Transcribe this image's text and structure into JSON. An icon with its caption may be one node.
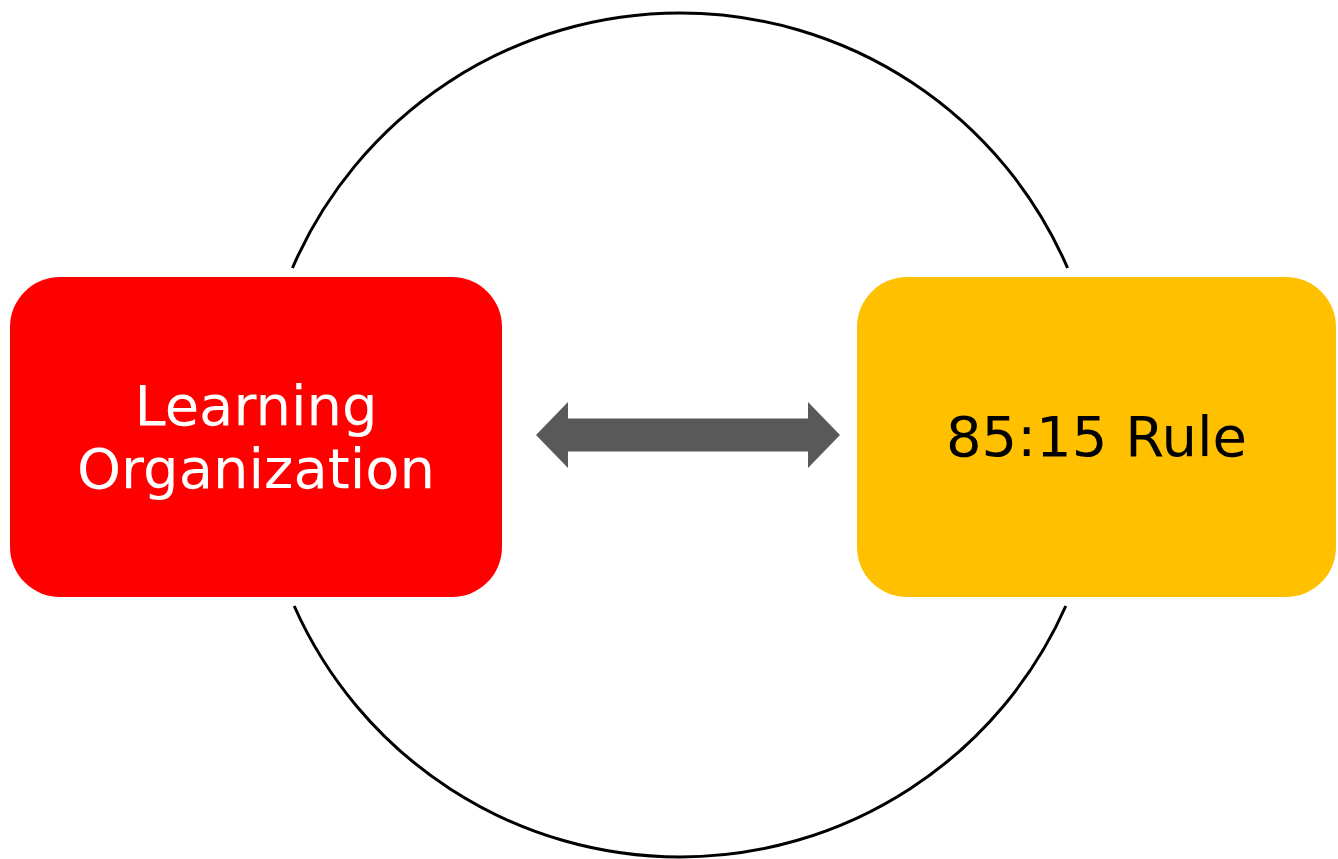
{
  "diagram": {
    "nodes": [
      {
        "text": [
          "Learning Organization"
        ]
      },
      {
        "text": [
          "85:15 Rule"
        ]
      }
    ],
    "edges": [
      {
        "from": 0,
        "to": 1,
        "arrow": "both",
        "style": "thick",
        "color": "#595959"
      },
      {
        "from": 0,
        "to": 1,
        "arrow": "none"
      },
      {
        "from": 0,
        "to": 1,
        "arrow": "none"
      }
    ]
  }
}
